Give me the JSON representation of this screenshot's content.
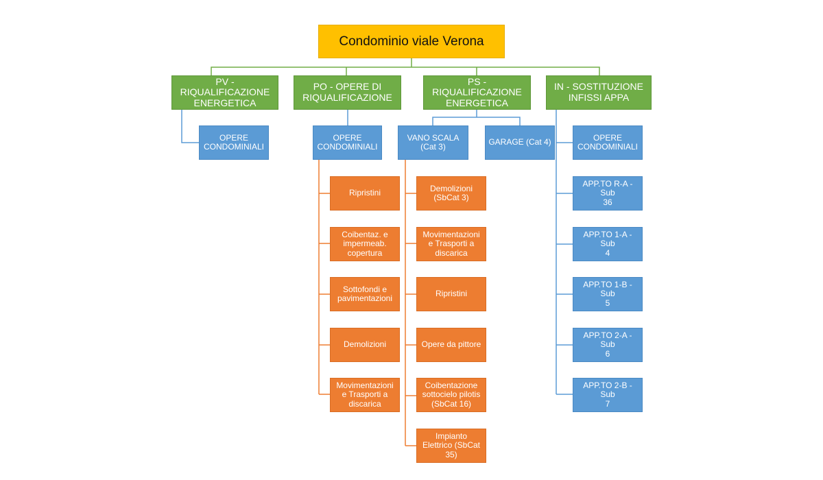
{
  "root": {
    "label": "Condominio viale Verona"
  },
  "categories": [
    {
      "label": "PV -\nRIQUALIFICAZIONE\nENERGETICA",
      "groups": [
        {
          "label": "OPERE\nCONDOMINIALI",
          "items": []
        }
      ]
    },
    {
      "label": "PO - OPERE DI\nRIQUALIFICAZIONE",
      "groups": [
        {
          "label": "OPERE\nCONDOMINIALI",
          "items": [
            "Ripristini",
            "Coibentaz. e\nimpermeab.\ncopertura",
            "Sottofondi e\npavimentazioni",
            "Demolizioni",
            "Movimentazioni\ne Trasporti a\ndiscarica"
          ]
        }
      ]
    },
    {
      "label": "PS -\nRIQUALIFICAZIONE\nENERGETICA",
      "groups": [
        {
          "label": "VANO SCALA\n(Cat 3)",
          "items": [
            "Demolizioni\n(SbCat 3)",
            "Movimentazioni\ne Trasporti a\ndiscarica",
            "Ripristini",
            "Opere da pittore",
            "Coibentazione\nsottocielo pilotis\n(SbCat 16)",
            "Impianto\nElettrico (SbCat\n35)"
          ]
        },
        {
          "label": "GARAGE (Cat 4)",
          "items": []
        }
      ]
    },
    {
      "label": "IN - SOSTITUZIONE\nINFISSI APPA",
      "groups": [
        {
          "label": "",
          "items": []
        }
      ],
      "children": [
        "OPERE\nCONDOMINIALI",
        "APP.TO R-A - Sub\n36",
        "APP.TO 1-A - Sub\n4",
        "APP.TO 1-B - Sub\n5",
        "APP.TO 2-A - Sub\n6",
        "APP.TO 2-B - Sub\n7"
      ]
    }
  ],
  "colors": {
    "root": "#FFC000",
    "category": "#70AD47",
    "group": "#5B9BD5",
    "task": "#ED7D31",
    "connector_green": "#70AD47",
    "connector_blue": "#5B9BD5",
    "connector_orange": "#ED7D31"
  }
}
